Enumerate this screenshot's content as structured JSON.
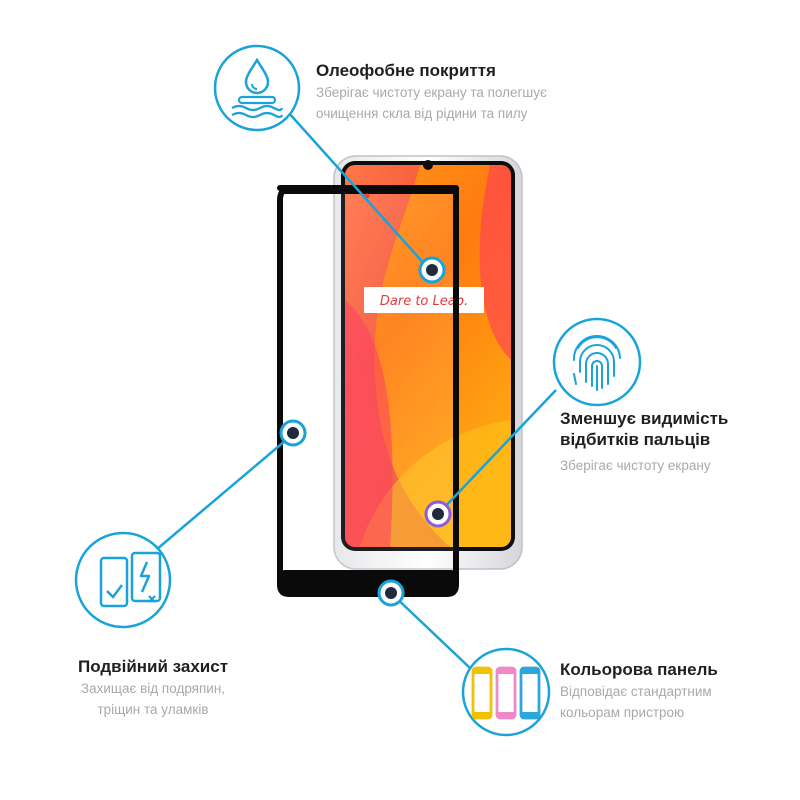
{
  "features": {
    "oleophobic": {
      "title": "Олеофобне покриття",
      "desc_line1": "Зберігає чистоту екрану та полегшує",
      "desc_line2": "очищення скла від рідини та пилу",
      "icon": "water-drop-icon"
    },
    "fingerprint": {
      "title_line1": "Зменшує видимість",
      "title_line2": "відбитків пальців",
      "desc": "Зберігає чистоту екрану",
      "icon": "fingerprint-icon"
    },
    "double_protection": {
      "title": "Подвійний захист",
      "desc_line1": "Захищає від подряпин,",
      "desc_line2": "тріщин та уламків",
      "icon": "shield-glass-icon"
    },
    "color_frame": {
      "title": "Кольорова панель",
      "desc_line1": "Відповідає стандартним",
      "desc_line2": "кольорам пристрою",
      "icon": "colored-phones-icon"
    }
  },
  "phone": {
    "screen_text": "Dare to Leap."
  },
  "colors": {
    "accent": "#1aa3d9",
    "title": "#1f1f1f",
    "desc": "#a9a9a9",
    "frame_yellow": "#f2c200",
    "frame_pink": "#f089c8",
    "frame_blue": "#2ba6de",
    "screen_orange": "#ff8a00",
    "screen_pink": "#e8245a"
  }
}
